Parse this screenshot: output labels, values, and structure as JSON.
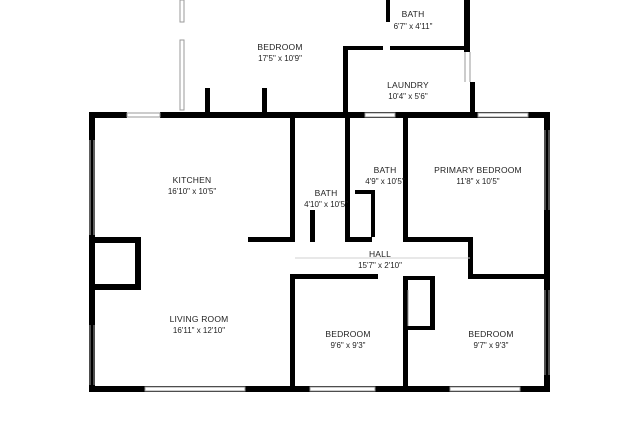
{
  "colors": {
    "wall": "#000000",
    "window": "#a8a8a8",
    "background": "#ffffff",
    "text": "#222222"
  },
  "rooms": [
    {
      "id": "bedroom-top",
      "name": "BEDROOM",
      "dims": "17'5\" x 10'9\""
    },
    {
      "id": "bath-top",
      "name": "BATH",
      "dims": "6'7\" x 4'11\""
    },
    {
      "id": "laundry",
      "name": "LAUNDRY",
      "dims": "10'4\" x 5'6\""
    },
    {
      "id": "kitchen",
      "name": "KITCHEN",
      "dims": "16'10\" x 10'5\""
    },
    {
      "id": "bath-left",
      "name": "BATH",
      "dims": "4'10\" x 10'5\""
    },
    {
      "id": "bath-center",
      "name": "BATH",
      "dims": "4'9\" x 10'5\""
    },
    {
      "id": "primary-bedroom",
      "name": "PRIMARY BEDROOM",
      "dims": "11'8\" x 10'5\""
    },
    {
      "id": "hall",
      "name": "HALL",
      "dims": "15'7\" x 2'10\""
    },
    {
      "id": "living-room",
      "name": "LIVING ROOM",
      "dims": "16'11\" x 12'10\""
    },
    {
      "id": "bedroom-mid",
      "name": "BEDROOM",
      "dims": "9'6\" x 9'3\""
    },
    {
      "id": "bedroom-right",
      "name": "BEDROOM",
      "dims": "9'7\" x 9'3\""
    }
  ]
}
